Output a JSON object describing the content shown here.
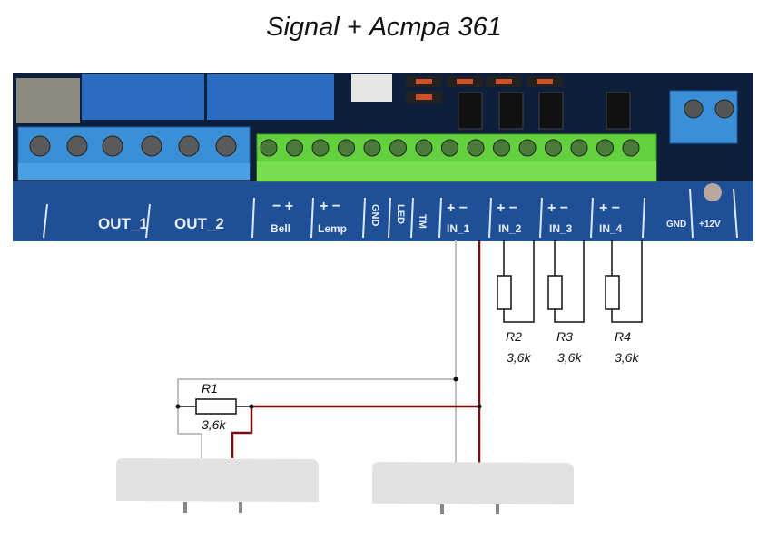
{
  "title": "Signal + Астра 361",
  "board": {
    "colors": {
      "pcb": "#1f4f96",
      "blue_terminal": "#3a8fd6",
      "green_terminal": "#63d13d",
      "relay": "#2a6cc0"
    },
    "blue_block_labels": [
      "OUT_1",
      "OUT_2"
    ],
    "green_block_labels": [
      {
        "polarity": "− +",
        "name": "Bell"
      },
      {
        "polarity": "+ −",
        "name": "Lemp"
      },
      {
        "polarity": "",
        "name": "GND"
      },
      {
        "polarity": "",
        "name": "LED"
      },
      {
        "polarity": "",
        "name": "TM"
      },
      {
        "polarity": "+ −",
        "name": "IN_1"
      },
      {
        "polarity": "+ −",
        "name": "IN_2"
      },
      {
        "polarity": "+ −",
        "name": "IN_3"
      },
      {
        "polarity": "+ −",
        "name": "IN_4"
      }
    ],
    "power_labels": [
      "GND",
      "+12V"
    ]
  },
  "resistors": [
    {
      "name": "R1",
      "value": "3,6k"
    },
    {
      "name": "R2",
      "value": "3,6k"
    },
    {
      "name": "R3",
      "value": "3,6k"
    },
    {
      "name": "R4",
      "value": "3,6k"
    }
  ],
  "wires": {
    "gray": "#c0c0c0",
    "red": "#7a0e0e",
    "black": "#111111"
  },
  "sensors": [
    {
      "name": "sensor-1"
    },
    {
      "name": "sensor-2"
    }
  ]
}
